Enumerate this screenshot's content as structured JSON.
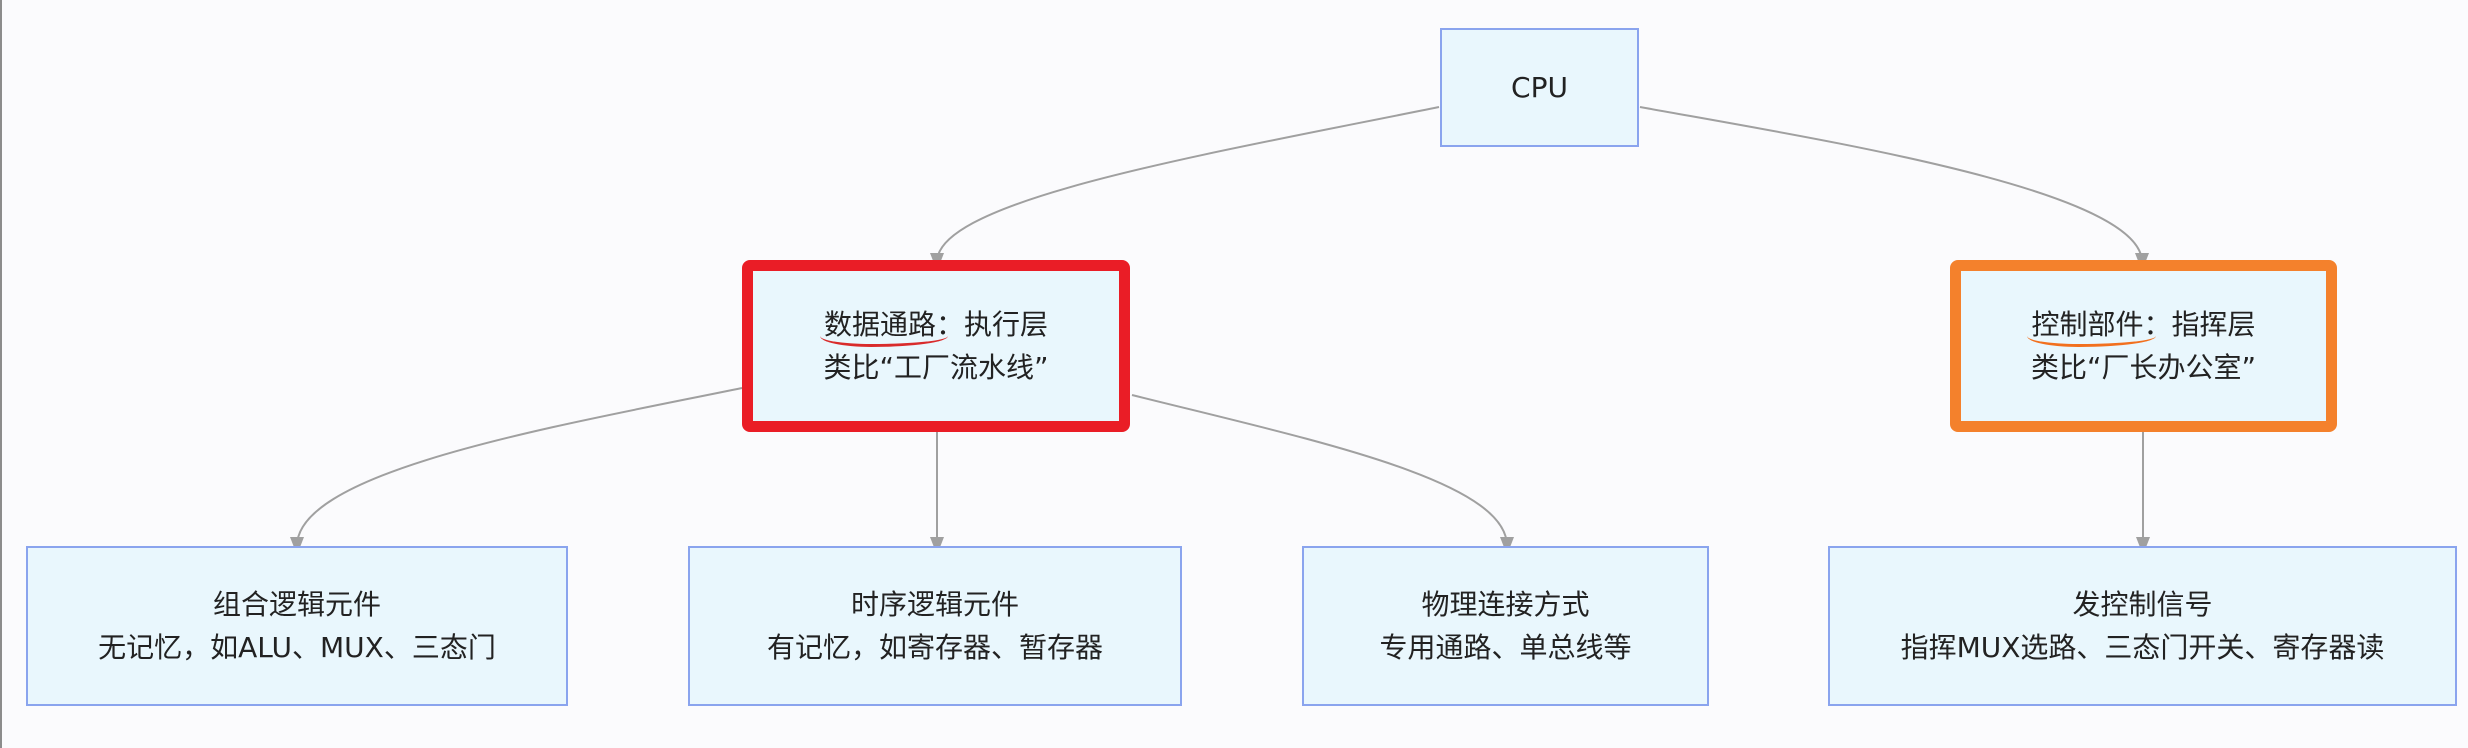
{
  "nodes": {
    "cpu": {
      "label": "CPU"
    },
    "datapath": {
      "highlight": "数据通路",
      "rest": "：执行层",
      "line2": "类比“工厂流水线”"
    },
    "control": {
      "highlight": "控制部件",
      "rest": "：指挥层",
      "line2": "类比“厂长办公室”"
    },
    "combinational": {
      "line1": "组合逻辑元件",
      "line2": "无记忆，如ALU、MUX、三态门"
    },
    "sequential": {
      "line1": "时序逻辑元件",
      "line2": "有记忆，如寄存器、暂存器"
    },
    "physical": {
      "line1": "物理连接方式",
      "line2": "专用通路、单总线等"
    },
    "signal": {
      "line1": "发控制信号",
      "line2": "指挥MUX选路、三态门开关、寄存器读"
    }
  },
  "colors": {
    "node_fill": "#e9f7fd",
    "node_border": "#8aa4ee",
    "edge": "#a0a0a0",
    "datapath_border": "#ea1d26",
    "control_border": "#f4812c"
  }
}
